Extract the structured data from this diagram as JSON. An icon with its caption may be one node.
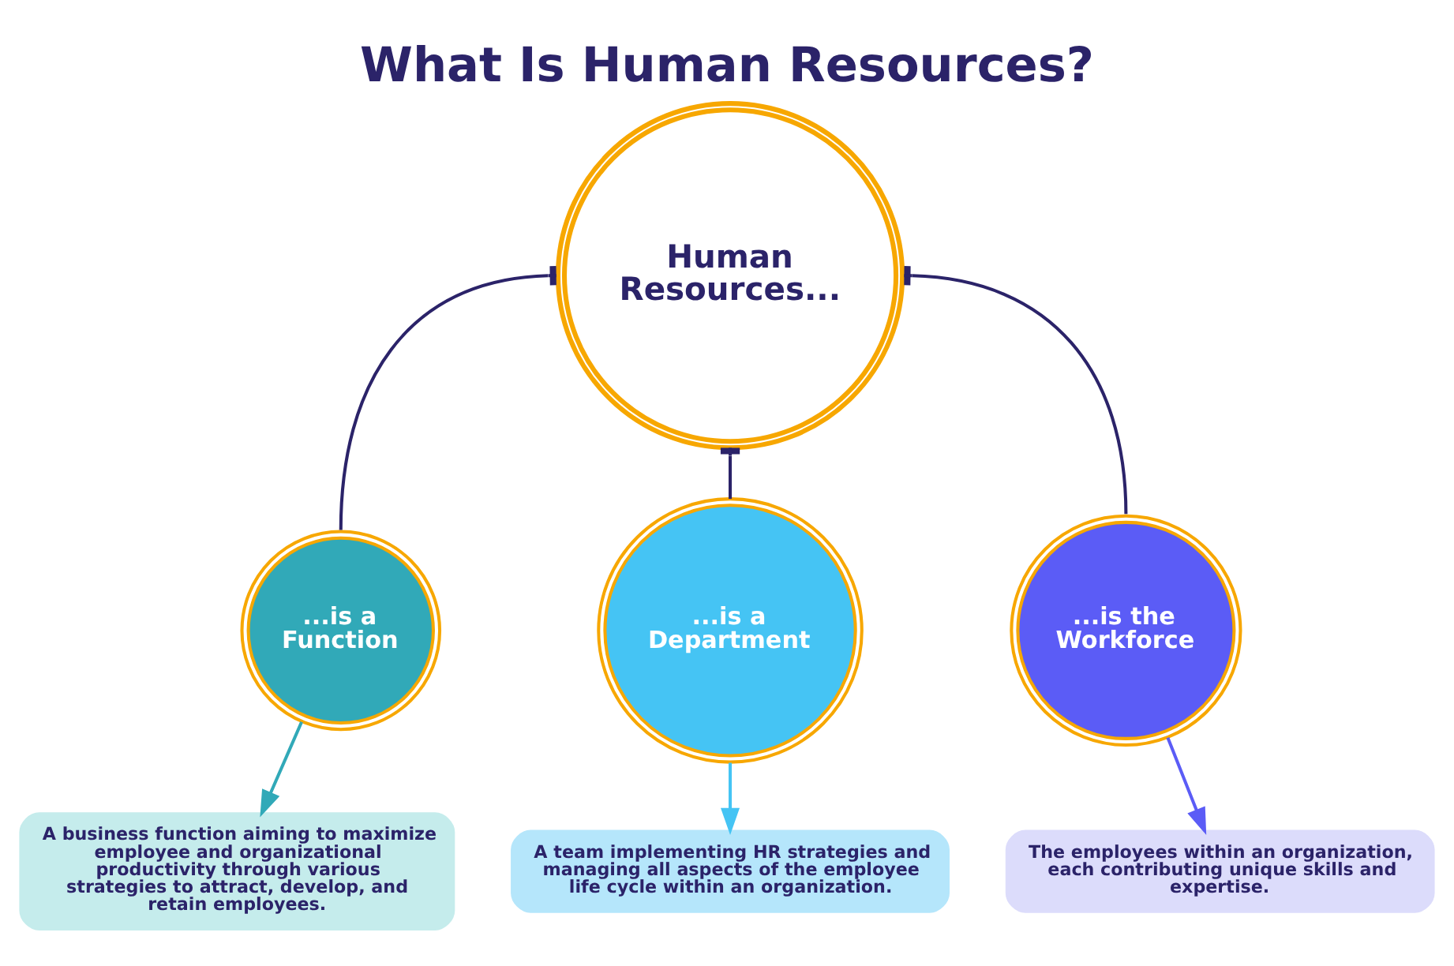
{
  "diagram": {
    "title": "What Is Human Resources?",
    "nodes": [
      {
        "text": [
          "Human Resources..."
        ]
      },
      {
        "text": [
          "...is a Function"
        ]
      },
      {
        "text": [
          "...is a Department"
        ]
      },
      {
        "text": [
          "...is the Workforce"
        ]
      },
      {
        "text": [
          "A business function aiming to maximize employee and organizational productivity through various strategies to attract, develop, and retain employees."
        ]
      },
      {
        "text": [
          "A team implementing HR strategies and managing all aspects of the employee life cycle within an organization."
        ]
      },
      {
        "text": [
          "The employees within an organization, each contributing unique skills and expertise."
        ]
      }
    ],
    "edges": [
      {
        "from": 0,
        "to": 1,
        "arrow": "other"
      },
      {
        "from": 0,
        "to": 2,
        "arrow": "other"
      },
      {
        "from": 0,
        "to": 3,
        "arrow": "other"
      },
      {
        "from": 1,
        "to": 4,
        "arrow": "to",
        "color": "#31a9b8"
      },
      {
        "from": 2,
        "to": 5,
        "arrow": "to",
        "color": "#45c4f4"
      },
      {
        "from": 3,
        "to": 6,
        "arrow": "to",
        "color": "#5b5cf6"
      }
    ]
  }
}
